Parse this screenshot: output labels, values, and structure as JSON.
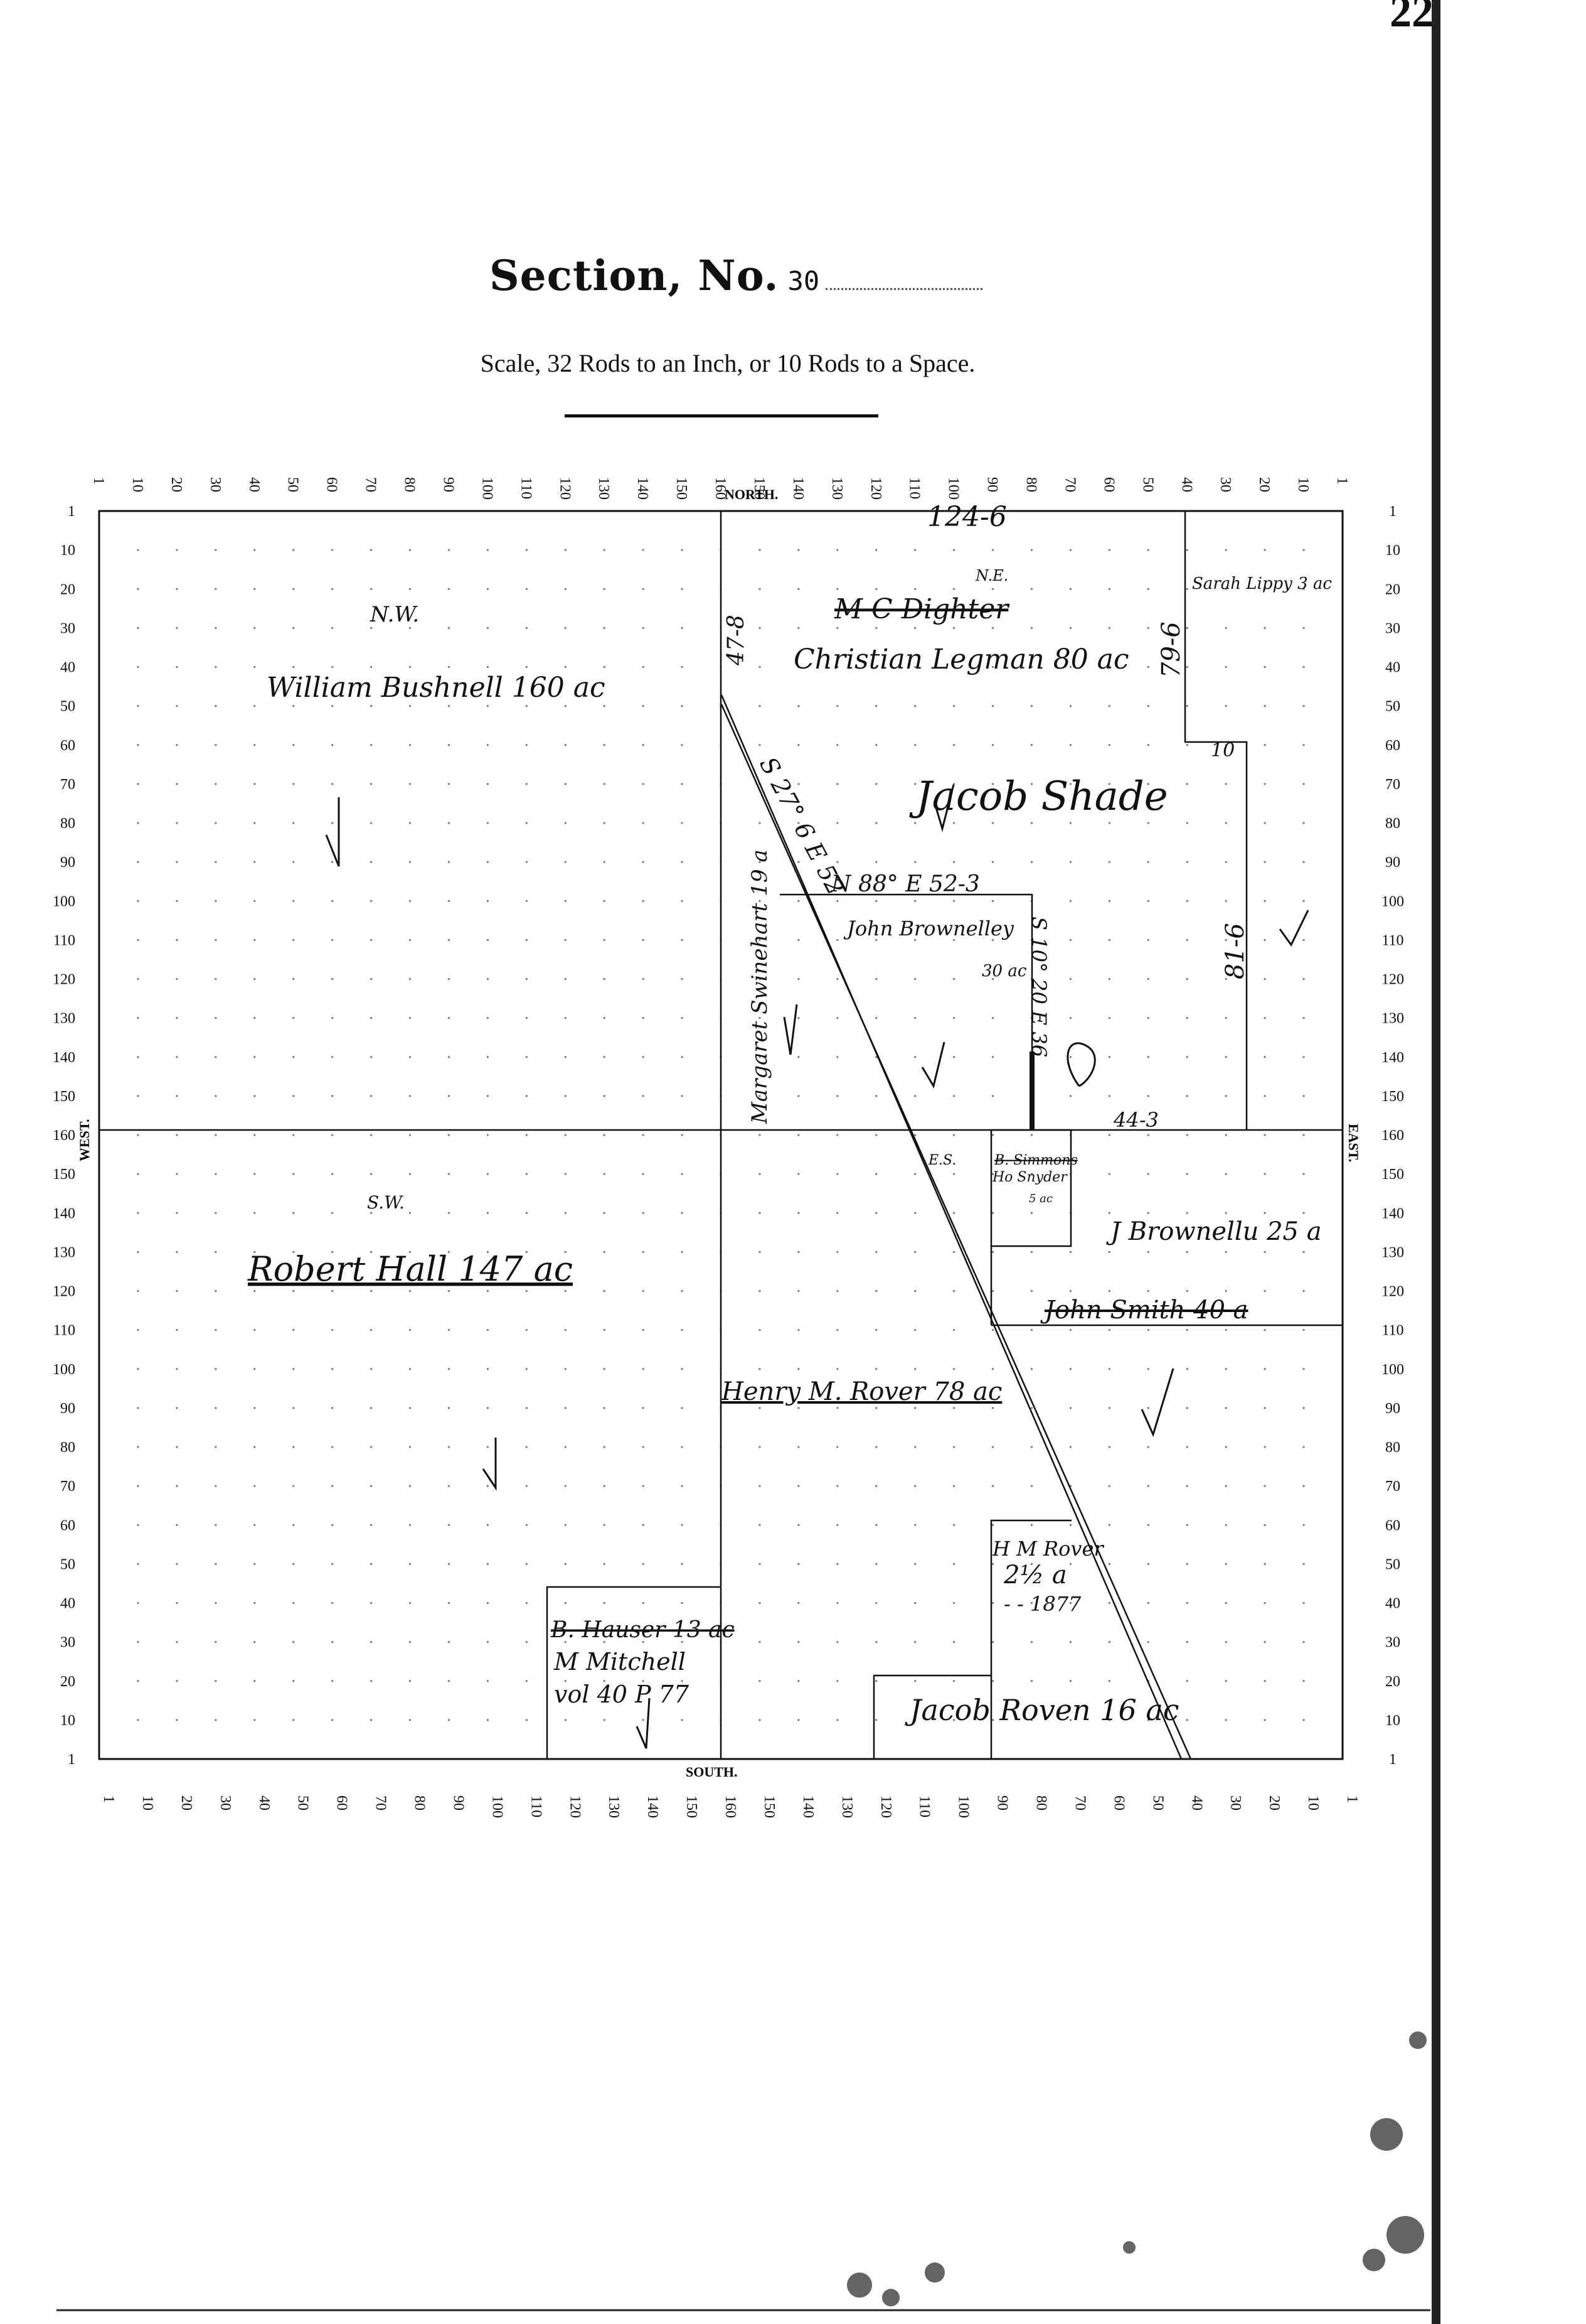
{
  "page_number": "22",
  "title": {
    "label": "Section, No.",
    "number": "30"
  },
  "scale_text": "Scale, 32 Rods to an Inch, or 10 Rods to a Space.",
  "compass": {
    "north": "NORTH.",
    "south": "SOUTH.",
    "west": "WEST.",
    "east": "EAST."
  },
  "top_scale_labels": [
    "1",
    "10",
    "20",
    "30",
    "40",
    "50",
    "60",
    "70",
    "80",
    "90",
    "100",
    "110",
    "120",
    "130",
    "140",
    "150",
    "160",
    "150",
    "140",
    "130",
    "120",
    "110",
    "100",
    "90",
    "80",
    "70",
    "60",
    "50",
    "40",
    "30",
    "20",
    "10",
    "1"
  ],
  "bottom_scale_labels": [
    "1",
    "10",
    "20",
    "30",
    "40",
    "50",
    "60",
    "70",
    "80",
    "90",
    "100",
    "110",
    "120",
    "130",
    "140",
    "150",
    "160",
    "150",
    "140",
    "130",
    "120",
    "110",
    "100",
    "90",
    "80",
    "70",
    "60",
    "50",
    "40",
    "30",
    "20",
    "10",
    "1"
  ],
  "left_scale_labels": [
    "1",
    "10",
    "20",
    "30",
    "40",
    "50",
    "60",
    "70",
    "80",
    "90",
    "100",
    "110",
    "120",
    "130",
    "140",
    "150",
    "160",
    "150",
    "140",
    "130",
    "120",
    "110",
    "100",
    "90",
    "80",
    "70",
    "60",
    "50",
    "40",
    "30",
    "20",
    "10",
    "1"
  ],
  "right_scale_labels": [
    "1",
    "10",
    "20",
    "30",
    "40",
    "50",
    "60",
    "70",
    "80",
    "90",
    "100",
    "110",
    "120",
    "130",
    "140",
    "150",
    "160",
    "150",
    "140",
    "130",
    "120",
    "110",
    "100",
    "90",
    "80",
    "70",
    "60",
    "50",
    "40",
    "30",
    "20",
    "10",
    "1"
  ],
  "annotations": {
    "nw_label": "N.W.",
    "william": "William Bushnell 160 ac",
    "measure_124": "124-6",
    "ne_label": "N.E.",
    "mc_struck": "M C Dighter",
    "christian": "Christian Legman 80 ac",
    "sarah": "Sarah Lippy 3 ac",
    "m79": "79-6",
    "m10": "10",
    "m47": "47-8",
    "jacob_shade": "Jacob Shade",
    "bearing_s": "S 27° 6 E 52",
    "bearing_n88": "N 88° E 52-3",
    "john_b": "John Brownelley",
    "ac30": "30 ac",
    "bearing_s10": "S 10° 20 E 36",
    "m81": "81-6",
    "margaret": "Margaret Swinehart 19 a",
    "m44": "44-3",
    "sw_label": "S.W.",
    "robert": "Robert Hall 147 ac",
    "es_label": "E.S.",
    "b_struck": "B. Simmons",
    "ho_snyder": "Ho Snyder",
    "ac5": "5 ac",
    "j_brownell": "J Brownellu 25 a",
    "john_struck": "John Smith 40 a",
    "henry": "Henry M. Rover 78 ac",
    "hm_rover": "H M Rover",
    "a2": "2½ a",
    "yr1877": "- - 1877",
    "b_hauser": "B. Hauser 13 ac",
    "m_mitchell": "M Mitchell",
    "vol40": "vol 40 P 77",
    "jacob_roven": "Jacob Roven 16 ac"
  }
}
